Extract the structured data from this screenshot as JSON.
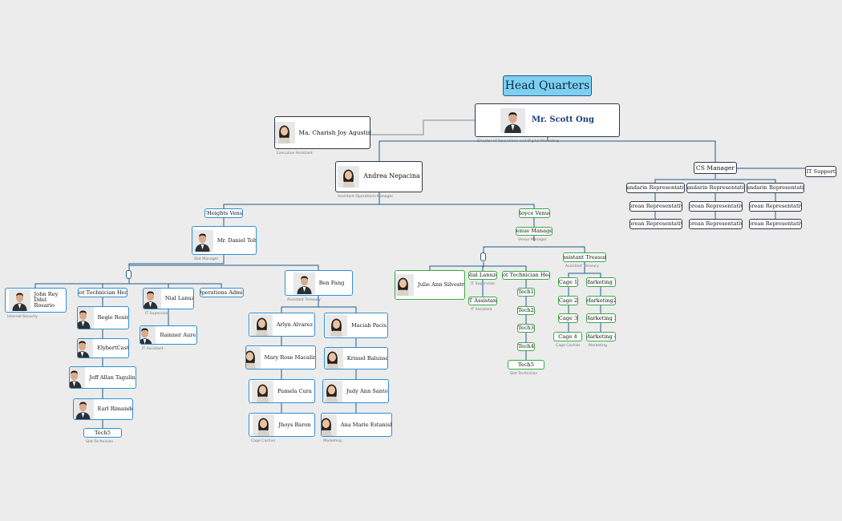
{
  "title": "Head Quarters",
  "colors": {
    "blue_border": "#2f8fd2",
    "green_border": "#3aa845",
    "dark_border": "#2a3a4a",
    "title_fill": "#7fd0ef",
    "line": "#1f5c8e",
    "background": "#ececec"
  },
  "nodes": {
    "scott": {
      "name": "Mr. Scott Ong",
      "caption": "Director of Operations and Digital Marketing"
    },
    "charish": {
      "name": "Ma. Charish Joy Agustin",
      "caption": "Executive Assistant"
    },
    "andrea": {
      "name": "Andrea Nepacina",
      "caption": "Assistant Operations Manager"
    },
    "cs_manager": {
      "name": "CS Manager"
    },
    "it_support": {
      "name": "IT Support"
    },
    "mand1": {
      "name": "Mandarin Representative"
    },
    "mand2": {
      "name": "Mandarin Representative"
    },
    "mand3": {
      "name": "Mandarin Representative"
    },
    "kor1": {
      "name": "Korean Representative"
    },
    "kor2": {
      "name": "Korean Representative"
    },
    "kor3": {
      "name": "Korean Representative"
    },
    "kor4": {
      "name": "Korean Representative"
    },
    "kor5": {
      "name": "Korean Representative"
    },
    "kor6": {
      "name": "Korean Representative"
    },
    "dheights": {
      "name": "D'Heights Venue"
    },
    "royce": {
      "name": "Royce Venue"
    },
    "daniel": {
      "name": "Mr. Daniel  Toh",
      "caption": "Slot Manager"
    },
    "john": {
      "name": "John Rey Ddel Rosario",
      "caption": "Internal Security"
    },
    "sth1": {
      "name": "Slot Technician Head"
    },
    "nial1": {
      "name": "Nial Lanuzo",
      "caption": "IT Supervisor"
    },
    "opsadmin": {
      "name": "Operations Admin"
    },
    "ben": {
      "name": "Ben Fang",
      "caption": "Assistant Treasury"
    },
    "regie": {
      "name": "Regie Rosima"
    },
    "elybert": {
      "name": "ElybertCastro"
    },
    "jeff": {
      "name": "Jeff Allan Tagulinao"
    },
    "earl": {
      "name": "Earl Rimando"
    },
    "tech5a": {
      "name": "Tech5",
      "caption": "Slot Technician"
    },
    "rainner": {
      "name": "Rainner Aurelio",
      "caption": "IT Assistant"
    },
    "arlyn": {
      "name": "Arlyn Alvarez"
    },
    "mary": {
      "name": "Mary Rose Macalinao"
    },
    "pamela": {
      "name": "Pamela Cura"
    },
    "jhoys": {
      "name": "Jhoys Baron",
      "caption": "Cage Cashier"
    },
    "maciah": {
      "name": "Maciah Pacis"
    },
    "krissel": {
      "name": "Krissel Balunsat"
    },
    "judy": {
      "name": "Judy Ann Santos"
    },
    "ana": {
      "name": "Ana Marie Estanislao",
      "caption": "Marketing"
    },
    "venue_mgr": {
      "name": "Venue Manager",
      "caption": "Venue Manager"
    },
    "julie": {
      "name": "Julie Ann Silvestre"
    },
    "nial2": {
      "name": "Nial Lanuzo",
      "caption": "IT Supervisor"
    },
    "it_asst": {
      "name": "IT Assistant",
      "caption": "IT Assistant"
    },
    "sth2": {
      "name": "Slot Technician Head"
    },
    "tech1": {
      "name": "Tech1"
    },
    "tech2": {
      "name": "Tech2"
    },
    "tech3": {
      "name": "Tech3"
    },
    "tech4": {
      "name": "Tech4"
    },
    "tech5b": {
      "name": "Tech5",
      "caption": "Slot Technician"
    },
    "asst_treas": {
      "name": "Assistant Treasury",
      "caption": "Assistant Treasury"
    },
    "cage1": {
      "name": "Cage 1"
    },
    "cage2": {
      "name": "Cage 2"
    },
    "cage3": {
      "name": "Cage 3"
    },
    "cage4": {
      "name": "Cage 4",
      "caption": "Cage Cashier"
    },
    "mkt1": {
      "name": "Marketing 1"
    },
    "mkt2": {
      "name": "Marketing2"
    },
    "mkt3": {
      "name": "Marketing 3"
    },
    "mkt4": {
      "name": "Marketing 4",
      "caption": "Marketing"
    }
  }
}
